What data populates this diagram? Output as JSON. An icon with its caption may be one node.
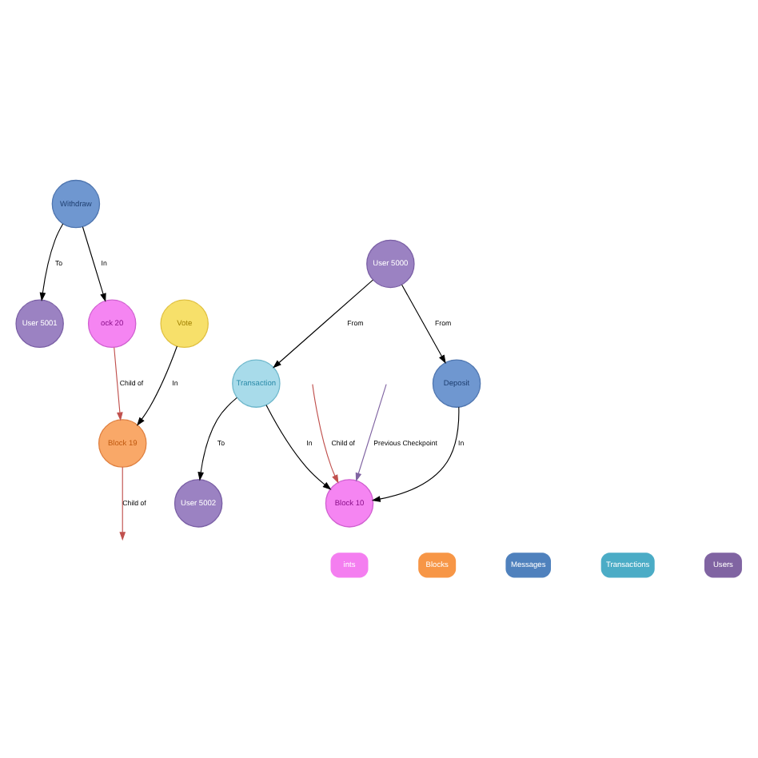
{
  "diagram": {
    "nodes": [
      {
        "text": [
          "User 5001"
        ]
      },
      {
        "text": [
          "Withdraw"
        ]
      },
      {
        "text": [
          "User 5000"
        ]
      },
      {
        "text": [
          "ock 20"
        ]
      },
      {
        "text": [
          "Vote"
        ]
      },
      {
        "text": [
          "User 5002"
        ]
      },
      {
        "text": [
          "Block 19"
        ]
      },
      {
        "text": [
          "Deposit"
        ]
      },
      {
        "text": [
          "Transaction"
        ]
      },
      {
        "text": [
          "Block 10"
        ]
      }
    ],
    "edges": [
      {
        "from": 1,
        "to": 0,
        "arrow": "to",
        "label": "To"
      },
      {
        "from": 1,
        "to": 3,
        "arrow": "to",
        "label": "In"
      },
      {
        "from": 4,
        "to": 6,
        "arrow": "to",
        "label": "In"
      },
      {
        "from": 3,
        "to": 6,
        "arrow": "to",
        "label": "Child of",
        "color": "#c0504d"
      },
      {
        "from": 6,
        "to": null,
        "arrow": "to",
        "label": "Child of",
        "color": "#c0504d"
      },
      {
        "from": null,
        "to": 9,
        "arrow": "to",
        "label": "Child of",
        "color": "#c0504d"
      },
      {
        "from": null,
        "to": 9,
        "arrow": "to",
        "label": "Previous Checkpoint",
        "color": "#8064a2"
      },
      {
        "from": 2,
        "to": 7,
        "arrow": "to",
        "label": "From"
      },
      {
        "from": 2,
        "to": 8,
        "arrow": "to",
        "label": "From"
      },
      {
        "from": 8,
        "to": 5,
        "arrow": "to",
        "label": "To"
      },
      {
        "from": 7,
        "to": 9,
        "arrow": "to",
        "label": "In"
      },
      {
        "from": 8,
        "to": 9,
        "arrow": "to",
        "label": "In"
      }
    ],
    "legend": [
      {
        "text": "ints",
        "color": "#f47ef0"
      },
      {
        "text": "Blocks",
        "color": "#f79646"
      },
      {
        "text": "Messages",
        "color": "#4f81bd"
      },
      {
        "text": "Transactions",
        "color": "#4bacc6"
      },
      {
        "text": "Users",
        "color": "#8064a2"
      }
    ]
  }
}
